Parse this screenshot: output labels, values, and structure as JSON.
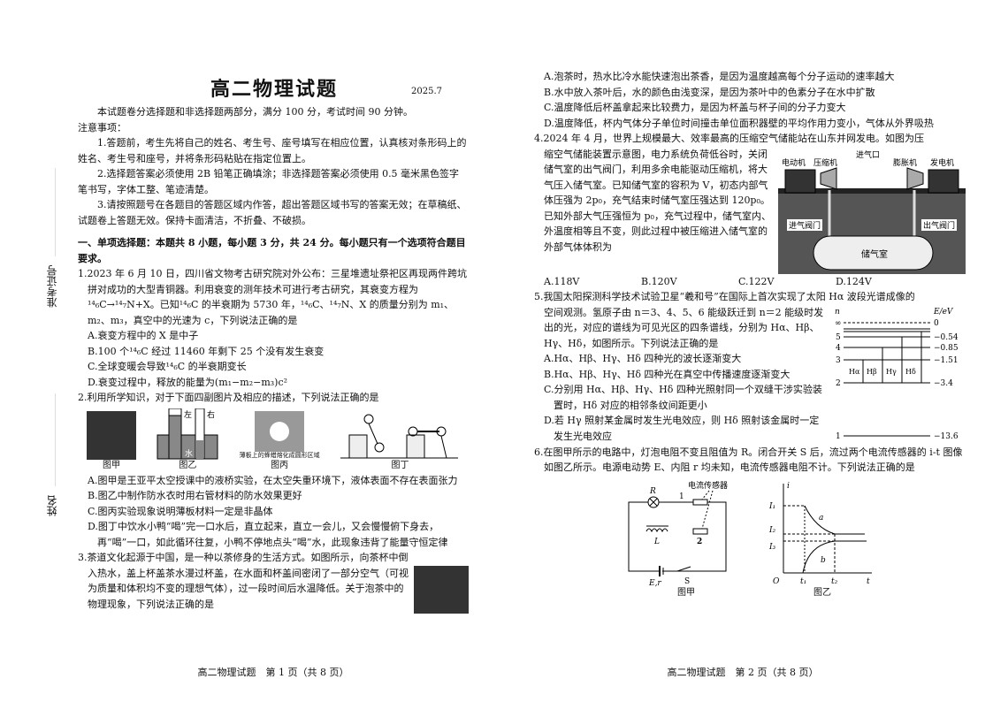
{
  "side": {
    "exam_id_label": "准考证号",
    "name_label": "姓名"
  },
  "page1": {
    "title": "高二物理试题",
    "date": "2025.7",
    "intro": "本试题卷分选择题和非选择题两部分，满分 100 分，考试时间 90 分钟。",
    "notice_title": "注意事项：",
    "notices": [
      "1.答题前，考生先将自己的姓名、考生号、座号填写在相应位置，认真核对条形码上的姓名、考生号和座号，并将条形码粘贴在指定位置上。",
      "2.选择题答案必须使用 2B 铅笔正确填涂；非选择题答案必须使用 0.5 毫米黑色签字笔书写，字体工整、笔迹清楚。",
      "3.请按照题号在各题目的答题区域内作答，超出答题区域书写的答案无效；在草稿纸、试题卷上答题无效。保持卡面清洁，不折叠、不破损。"
    ],
    "section": "一、单项选择题：本题共 8 小题，每小题 3 分，共 24 分。每小题只有一个选项符合题目要求。",
    "q1": {
      "stem": "1.2023 年 6 月 10 日，四川省文物考古研究院对外公布：三星堆遗址祭祀区再现两件跨坑拼对成功的大型青铜器。利用衰变的测年技术可进行考古研究，其衰变方程为¹⁴₆C→¹⁴₇N+X。已知¹⁴₆C 的半衰期为 5730 年，¹⁴₆C、¹⁴₇N、X 的质量分别为 m₁、m₂、m₃，真空中的光速为 c，下列说法正确的是",
      "options": [
        "A.衰变方程中的 X 是中子",
        "B.100 个¹⁴₆C 经过 11460 年剩下 25 个没有发生衰变",
        "C.全球变暖会导致¹⁴₆C 的半衰期变长",
        "D.衰变过程中，释放的能量为(m₁−m₂−m₃)c²"
      ]
    },
    "q2": {
      "stem": "2.利用所学知识，对于下面四副图片及相应的描述，下列说法正确的是",
      "figures": {
        "jia": "图甲",
        "yi": "图乙",
        "bing": "图丙",
        "ding": "图丁",
        "left": "左",
        "right": "右",
        "water": "水",
        "bing_note": "薄板上的蜂蜡熔化成圆形区域"
      },
      "options": [
        "A.图甲是王亚平太空授课中的液桥实验，在太空失重环境下，液体表面不存在表面张力",
        "B.图乙中制作防水衣时用右管材料的防水效果更好",
        "C.图丙实验现象说明薄板材料一定是非晶体",
        "D.图丁中饮水小鸭“喝”完一口水后，直立起来，直立一会儿，又会慢慢俯下身去，再“喝”一口，如此循环往复，小鸭不停地点头“喝”水，此现象违背了能量守恒定律"
      ]
    },
    "q3": {
      "stem": "3.茶道文化起源于中国，是一种以茶修身的生活方式。如图所示，向茶杯中倒入热水，盖上杯盖茶水漫过杯盖，在水面和杯盖间密闭了一部分空气（可视为质量和体积均不变的理想气体），过一段时间后水温降低。关于泡茶中的物理现象，下列说法正确的是"
    },
    "footer": "高二物理试题　第 1 页（共 8 页）"
  },
  "page2": {
    "q3_options": [
      "A.泡茶时，热水比冷水能快速泡出茶香，是因为温度越高每个分子运动的速率越大",
      "B.水中放入茶叶后，水的颜色由浅变深，是因为茶叶中的色素分子在水中扩散",
      "C.温度降低后杯盖拿起来比较费力，是因为杯盖与杯子间的分子力变大",
      "D.温度降低，杯内气体分子单位时间撞击单位面积器壁的平均作用力变小，气体从外界吸热"
    ],
    "q4": {
      "stem_first": "4.2024 年 4 月，世界上规模最大、效率最高的压缩空气储能站在山东并网发电。如图为压",
      "stem_rest": "缩空气储能装置示意图，电力系统负荷低谷时，关闭储气室的出气阀门，利用多余电能驱动压缩机，将大气压入储气室。已知储气室的容积为 V，初态内部气体压强为 2p₀，充气结束时储气室压强达到 120p₀。已知外部大气压强恒为 p₀，充气过程中，储气室内、外温度相等且不变，则此过程中被压缩进入储气室的外部气体体积为",
      "figure": {
        "motor": "电动机",
        "compressor": "压缩机",
        "inlet": "进气口",
        "expander": "膨胀机",
        "generator": "发电机",
        "in_valve": "进气阀门",
        "out_valve": "出气阀门",
        "chamber": "储气室"
      },
      "options": [
        "A.118V",
        "B.120V",
        "C.122V",
        "D.124V"
      ]
    },
    "q5": {
      "stem_first": "5.我国太阳探测科学技术试验卫星“羲和号”在国际上首次实现了太阳 Hα 波段光谱成像的",
      "stem_rest": "空间观测。氢原子由 n＝3、4、5、6 能级跃迁到 n＝2 能级时发出的光，对应的谱线为可见光区的四条谱线，分别为 Hα、Hβ、Hγ、Hδ，如图所示。下列说法正确的是",
      "options": [
        "A.Hα、Hβ、Hγ、Hδ 四种光的波长逐渐变大",
        "B.Hα、Hβ、Hγ、Hδ 四种光在真空中传播速度逐渐变大",
        "C.分别用 Hα、Hβ、Hγ、Hδ 四种光照射同一个双缝干涉实验装置时，Hδ 对应的相邻条纹间距更小",
        "D.若 Hγ 照射某金属时发生光电效应，则 Hδ 照射该金属时一定发生光电效应"
      ],
      "diagram": {
        "n_label": "n",
        "e_label": "E/eV",
        "levels": [
          {
            "n": "∞",
            "e": "0"
          },
          {
            "n": "5",
            "e": "−0.54"
          },
          {
            "n": "4",
            "e": "−0.85"
          },
          {
            "n": "3",
            "e": "−1.51"
          },
          {
            "n": "2",
            "e": "−3.4"
          },
          {
            "n": "1",
            "e": "−13.6"
          }
        ],
        "lines": [
          "Hα",
          "Hβ",
          "Hγ",
          "Hδ"
        ]
      }
    },
    "q6": {
      "stem": "6.在图甲所示的电路中，灯泡电阻不变且阻值为 R。闭合开关 S 后，流过两个电流传感器的 i-t 图像如图乙所示。电源电动势 E、内阻 r 均未知，电流传感器电阻不计。下列说法正确的是",
      "circuit": {
        "sensor": "电流传感器",
        "r": "R",
        "s1": "1",
        "s2": "2",
        "l": "L",
        "er": "E,r",
        "s": "S",
        "cap": "图甲"
      },
      "graph": {
        "i": "i",
        "t": "t",
        "o": "O",
        "i1": "I₁",
        "i2": "I₂",
        "i3": "I₃",
        "t1": "t₁",
        "t2": "t₂",
        "a": "a",
        "b": "b",
        "cap": "图乙"
      }
    },
    "footer": "高二物理试题　第 2 页（共 8 页）"
  }
}
